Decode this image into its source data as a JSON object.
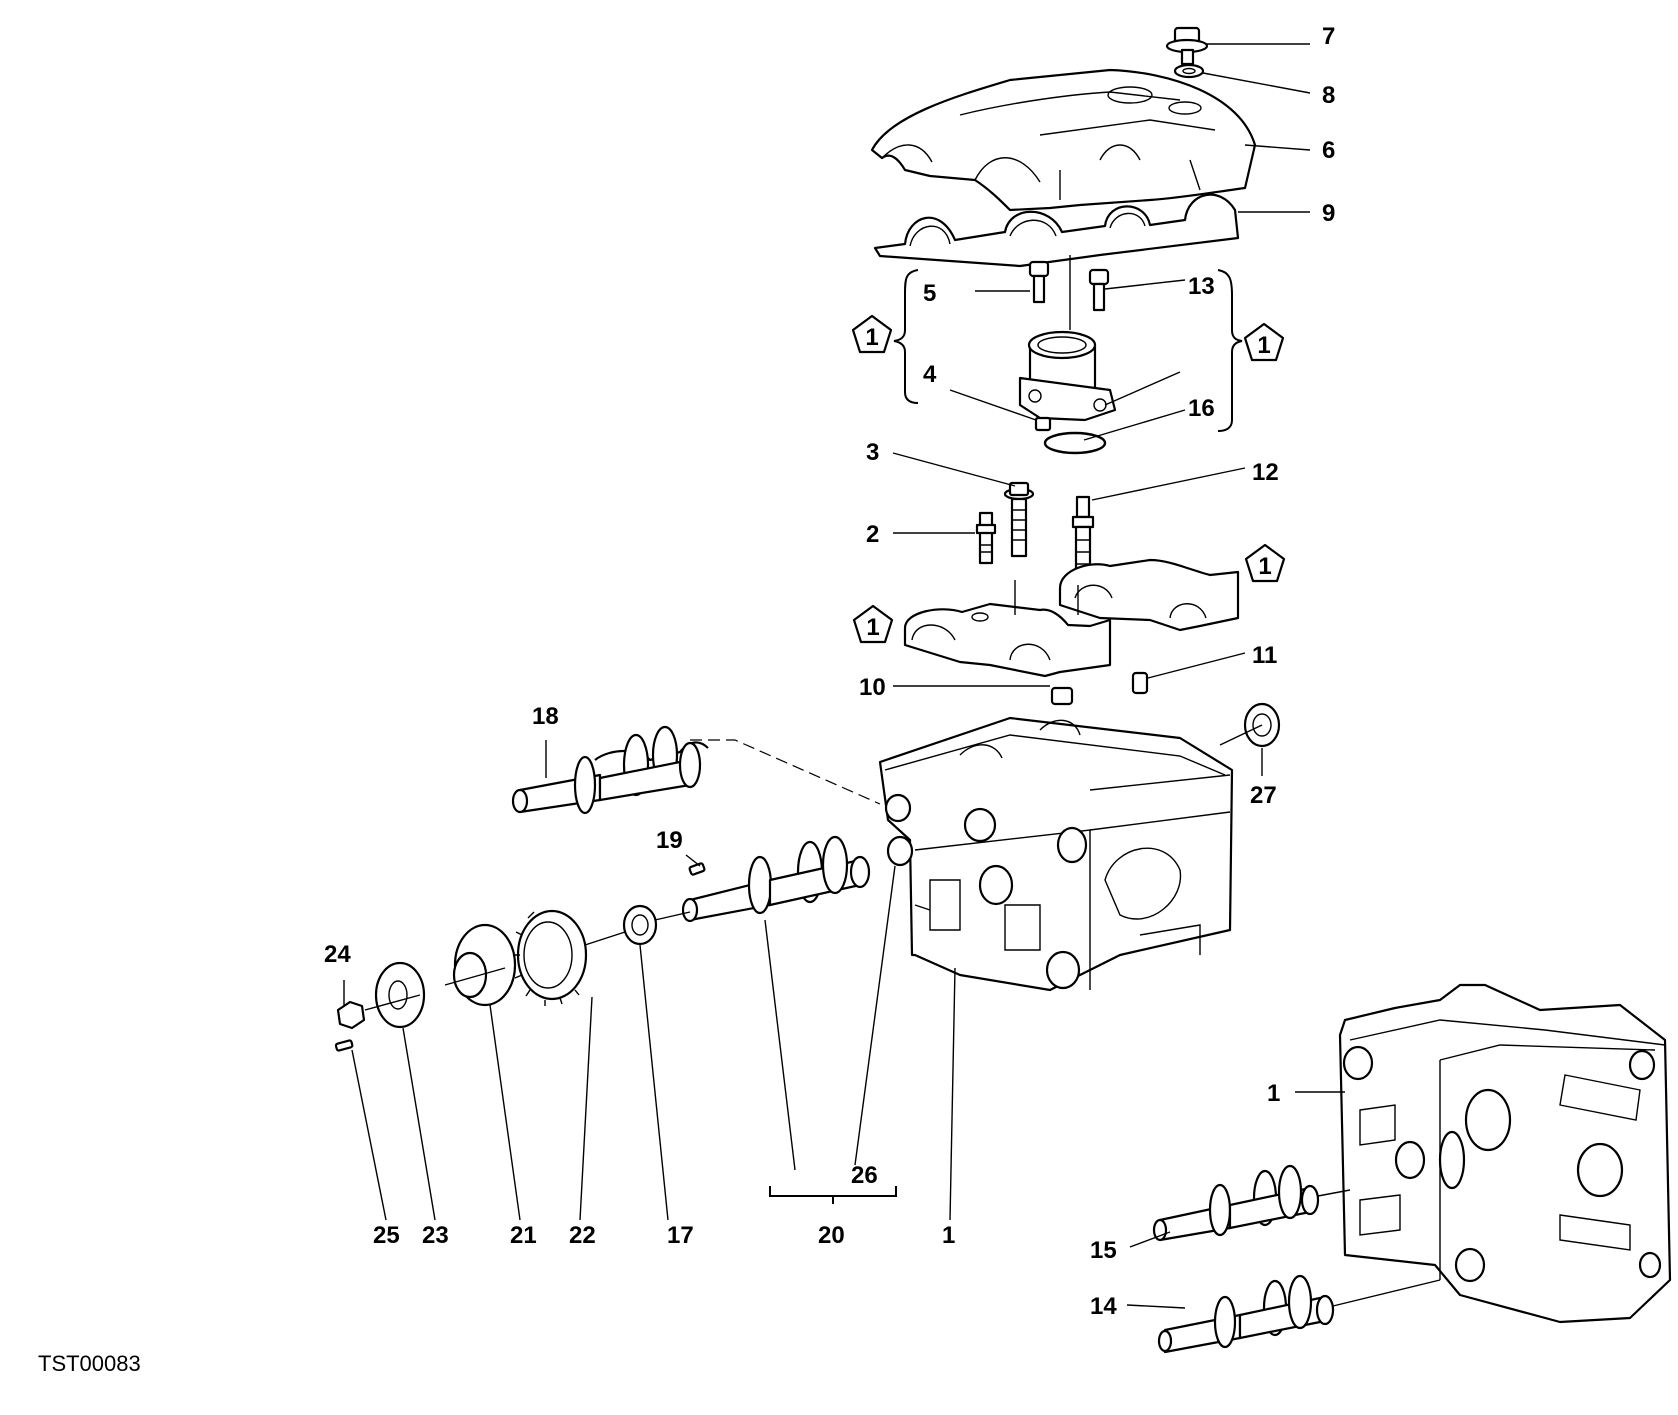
{
  "diagram": {
    "drawing_code": "TST00083",
    "reference_symbol": "1",
    "callouts": {
      "c1a": "1",
      "c1b": "1",
      "c2": "2",
      "c3": "3",
      "c4": "4",
      "c5": "5",
      "c6": "6",
      "c7": "7",
      "c8": "8",
      "c9": "9",
      "c10": "10",
      "c11": "11",
      "c12": "12",
      "c13": "13",
      "c14": "14",
      "c15": "15",
      "c16": "16",
      "c17": "17",
      "c18": "18",
      "c19": "19",
      "c20": "20",
      "c21": "21",
      "c22": "22",
      "c23": "23",
      "c24": "24",
      "c25": "25",
      "c26": "26",
      "c27": "27"
    }
  }
}
